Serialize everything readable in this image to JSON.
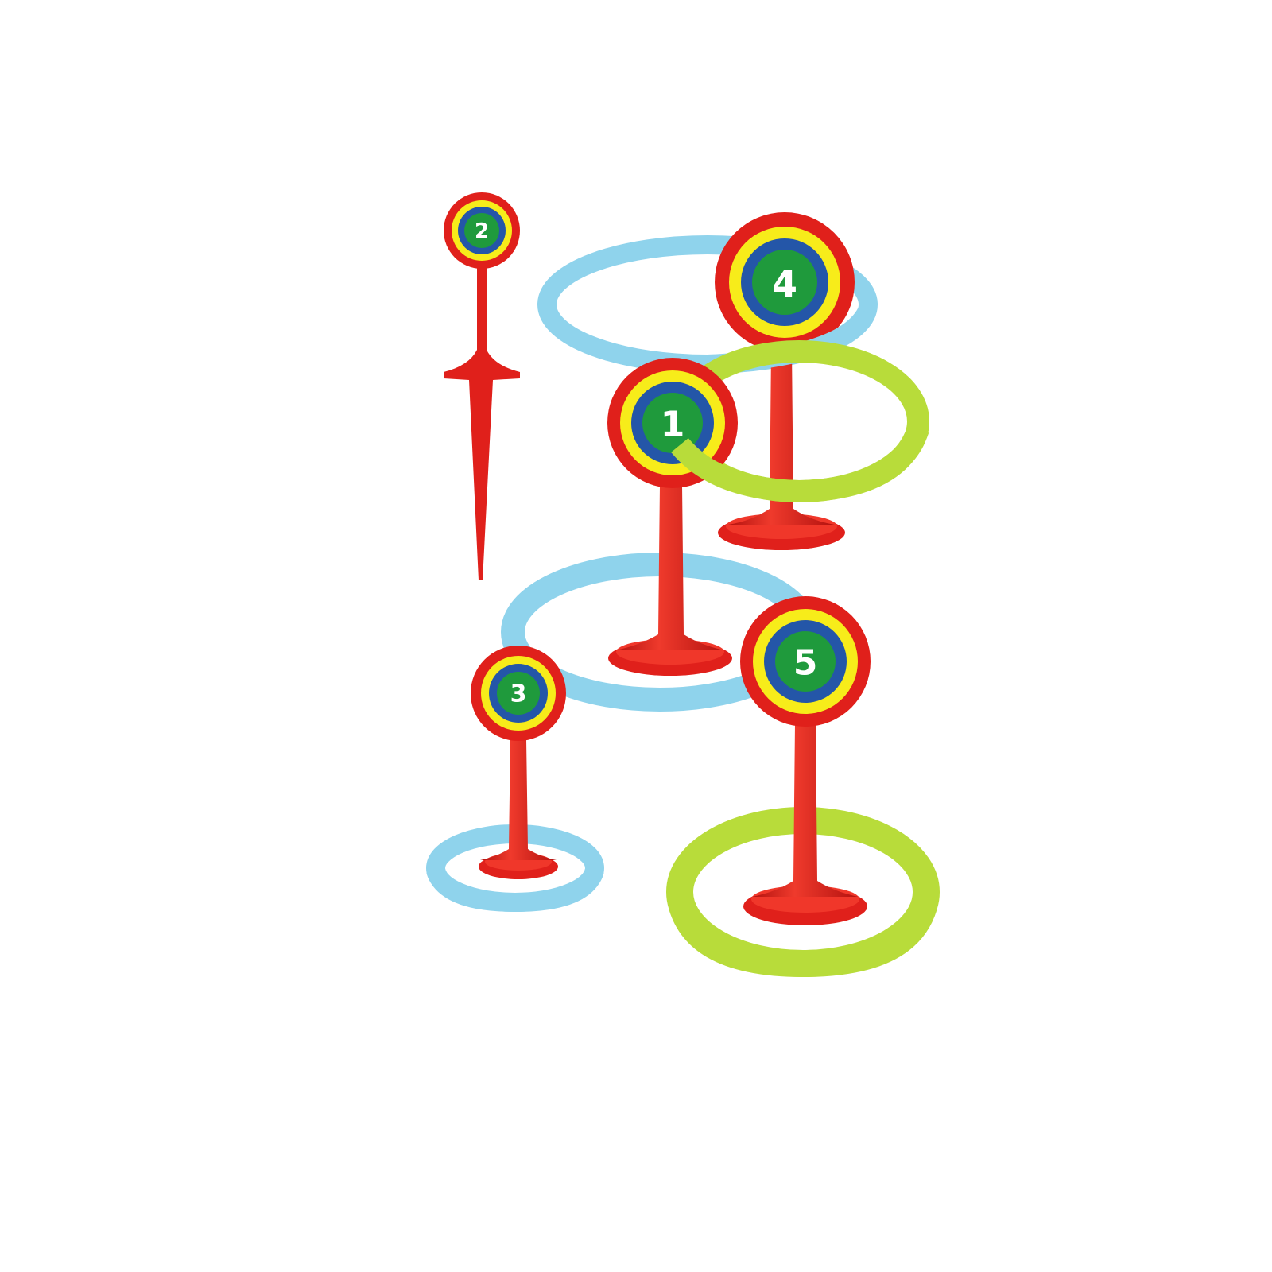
{
  "targets": [
    {
      "number": "1"
    },
    {
      "number": "2"
    },
    {
      "number": "3"
    },
    {
      "number": "4"
    },
    {
      "number": "5"
    }
  ],
  "colors": {
    "stake_red": "#e0201b",
    "ring_yellow": "#f7ec1a",
    "ring_blue": "#2456a8",
    "center_green": "#1f9a3c",
    "hoop_blue": "#8fd3ec",
    "hoop_green": "#b8dc3a",
    "background": "#ffffff"
  }
}
